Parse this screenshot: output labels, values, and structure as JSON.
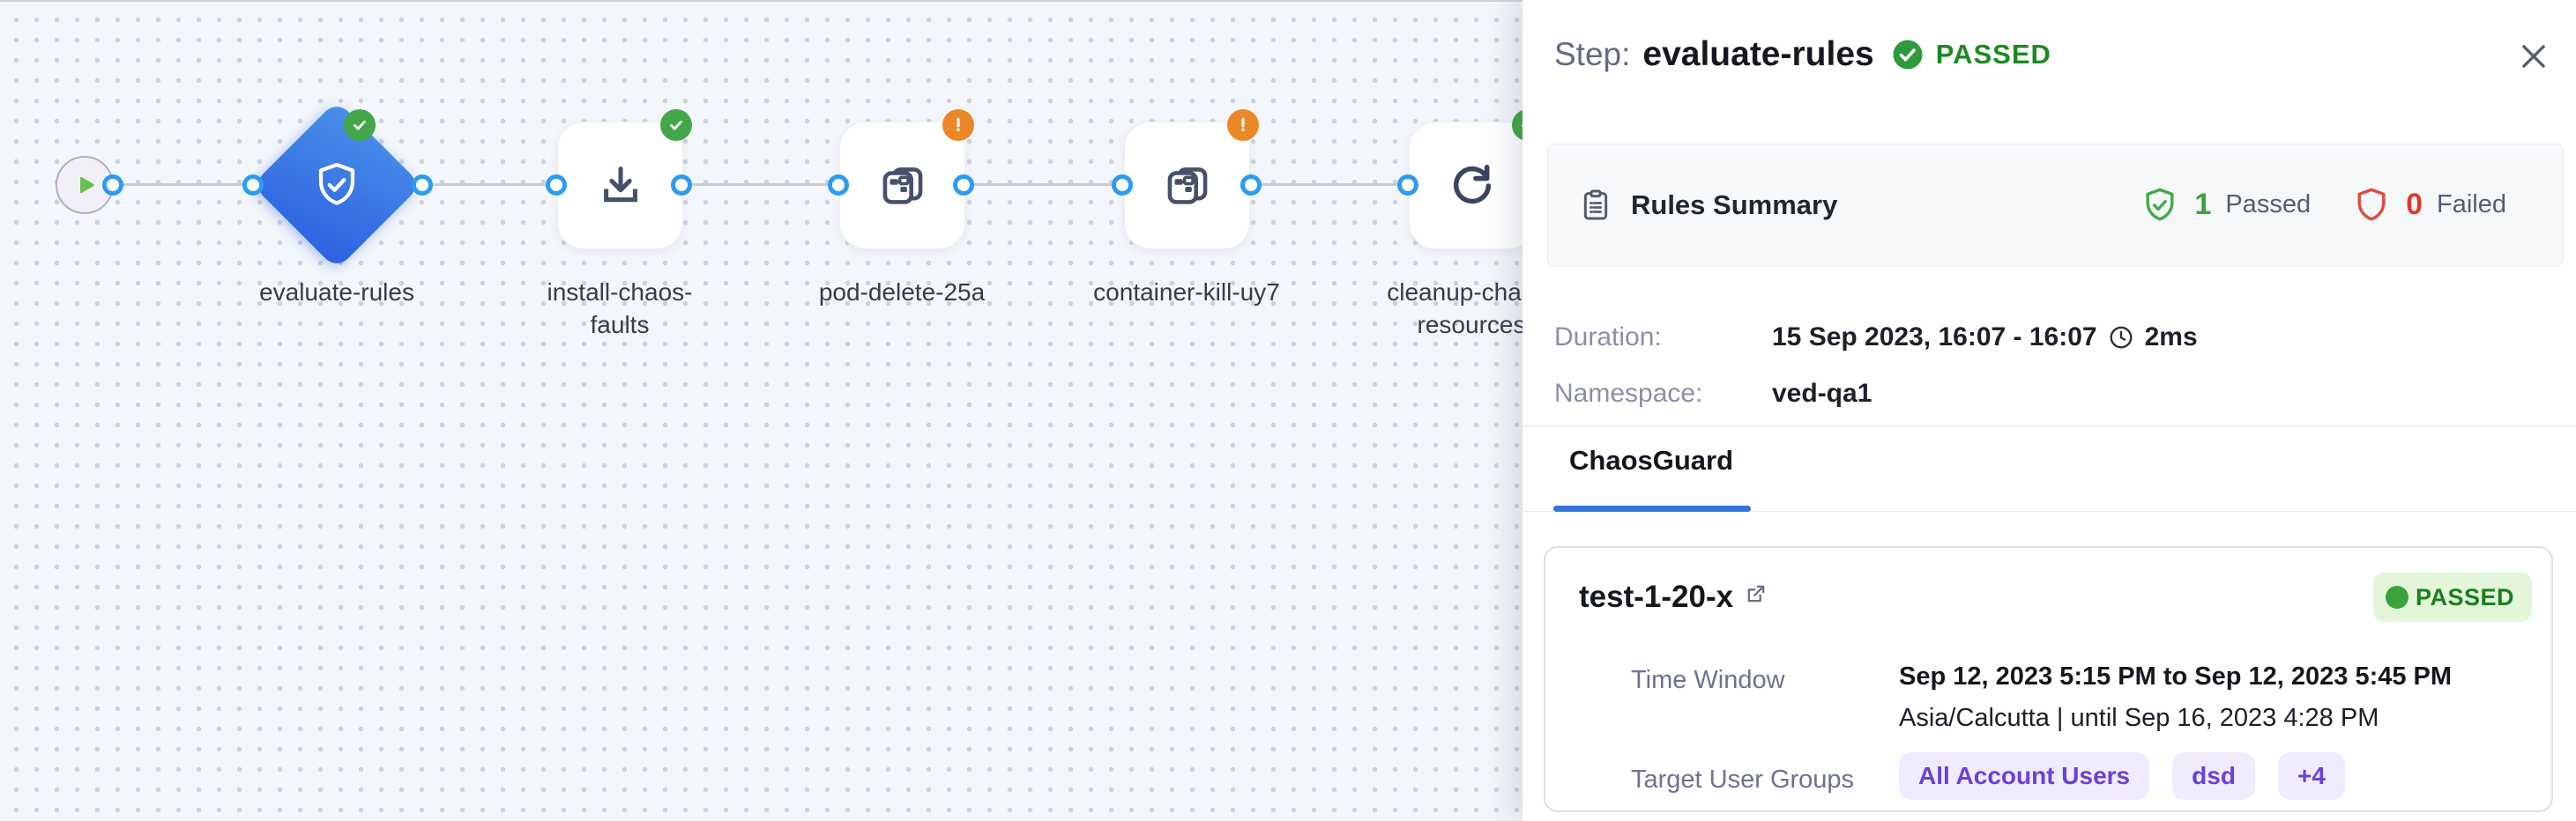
{
  "canvas": {
    "nodes": [
      {
        "label": "evaluate-rules"
      },
      {
        "label": "install-chaos-faults"
      },
      {
        "label": "pod-delete-25a"
      },
      {
        "label": "container-kill-uy7"
      },
      {
        "label": "cleanup-chaos-resources"
      }
    ]
  },
  "panel": {
    "header": {
      "step_label": "Step:",
      "step_name": "evaluate-rules",
      "status": "PASSED"
    },
    "rules_summary": {
      "title": "Rules Summary",
      "passed_count": "1",
      "passed_label": "Passed",
      "failed_count": "0",
      "failed_label": "Failed"
    },
    "details": {
      "duration_label": "Duration:",
      "duration_value": "15 Sep 2023, 16:07 - 16:07",
      "duration_elapsed": "2ms",
      "namespace_label": "Namespace:",
      "namespace_value": "ved-qa1"
    },
    "tab": "ChaosGuard",
    "guard": {
      "name": "test-1-20-x",
      "status": "PASSED",
      "time_window_label": "Time Window",
      "time_window_value": "Sep 12, 2023 5:15 PM to Sep 12, 2023 5:45 PM",
      "timezone_note": "Asia/Calcutta | until Sep 16, 2023 4:28 PM",
      "target_groups_label": "Target User Groups",
      "groups": [
        "All Account Users",
        "dsd",
        "+4"
      ]
    }
  },
  "colors": {
    "accent_blue": "#3274d9",
    "node_blue": "#2c61e1",
    "passed_green": "#1d8a21",
    "failed_red": "#dd3b2f",
    "badge_green": "#43a749",
    "badge_orange": "#ec8727"
  }
}
